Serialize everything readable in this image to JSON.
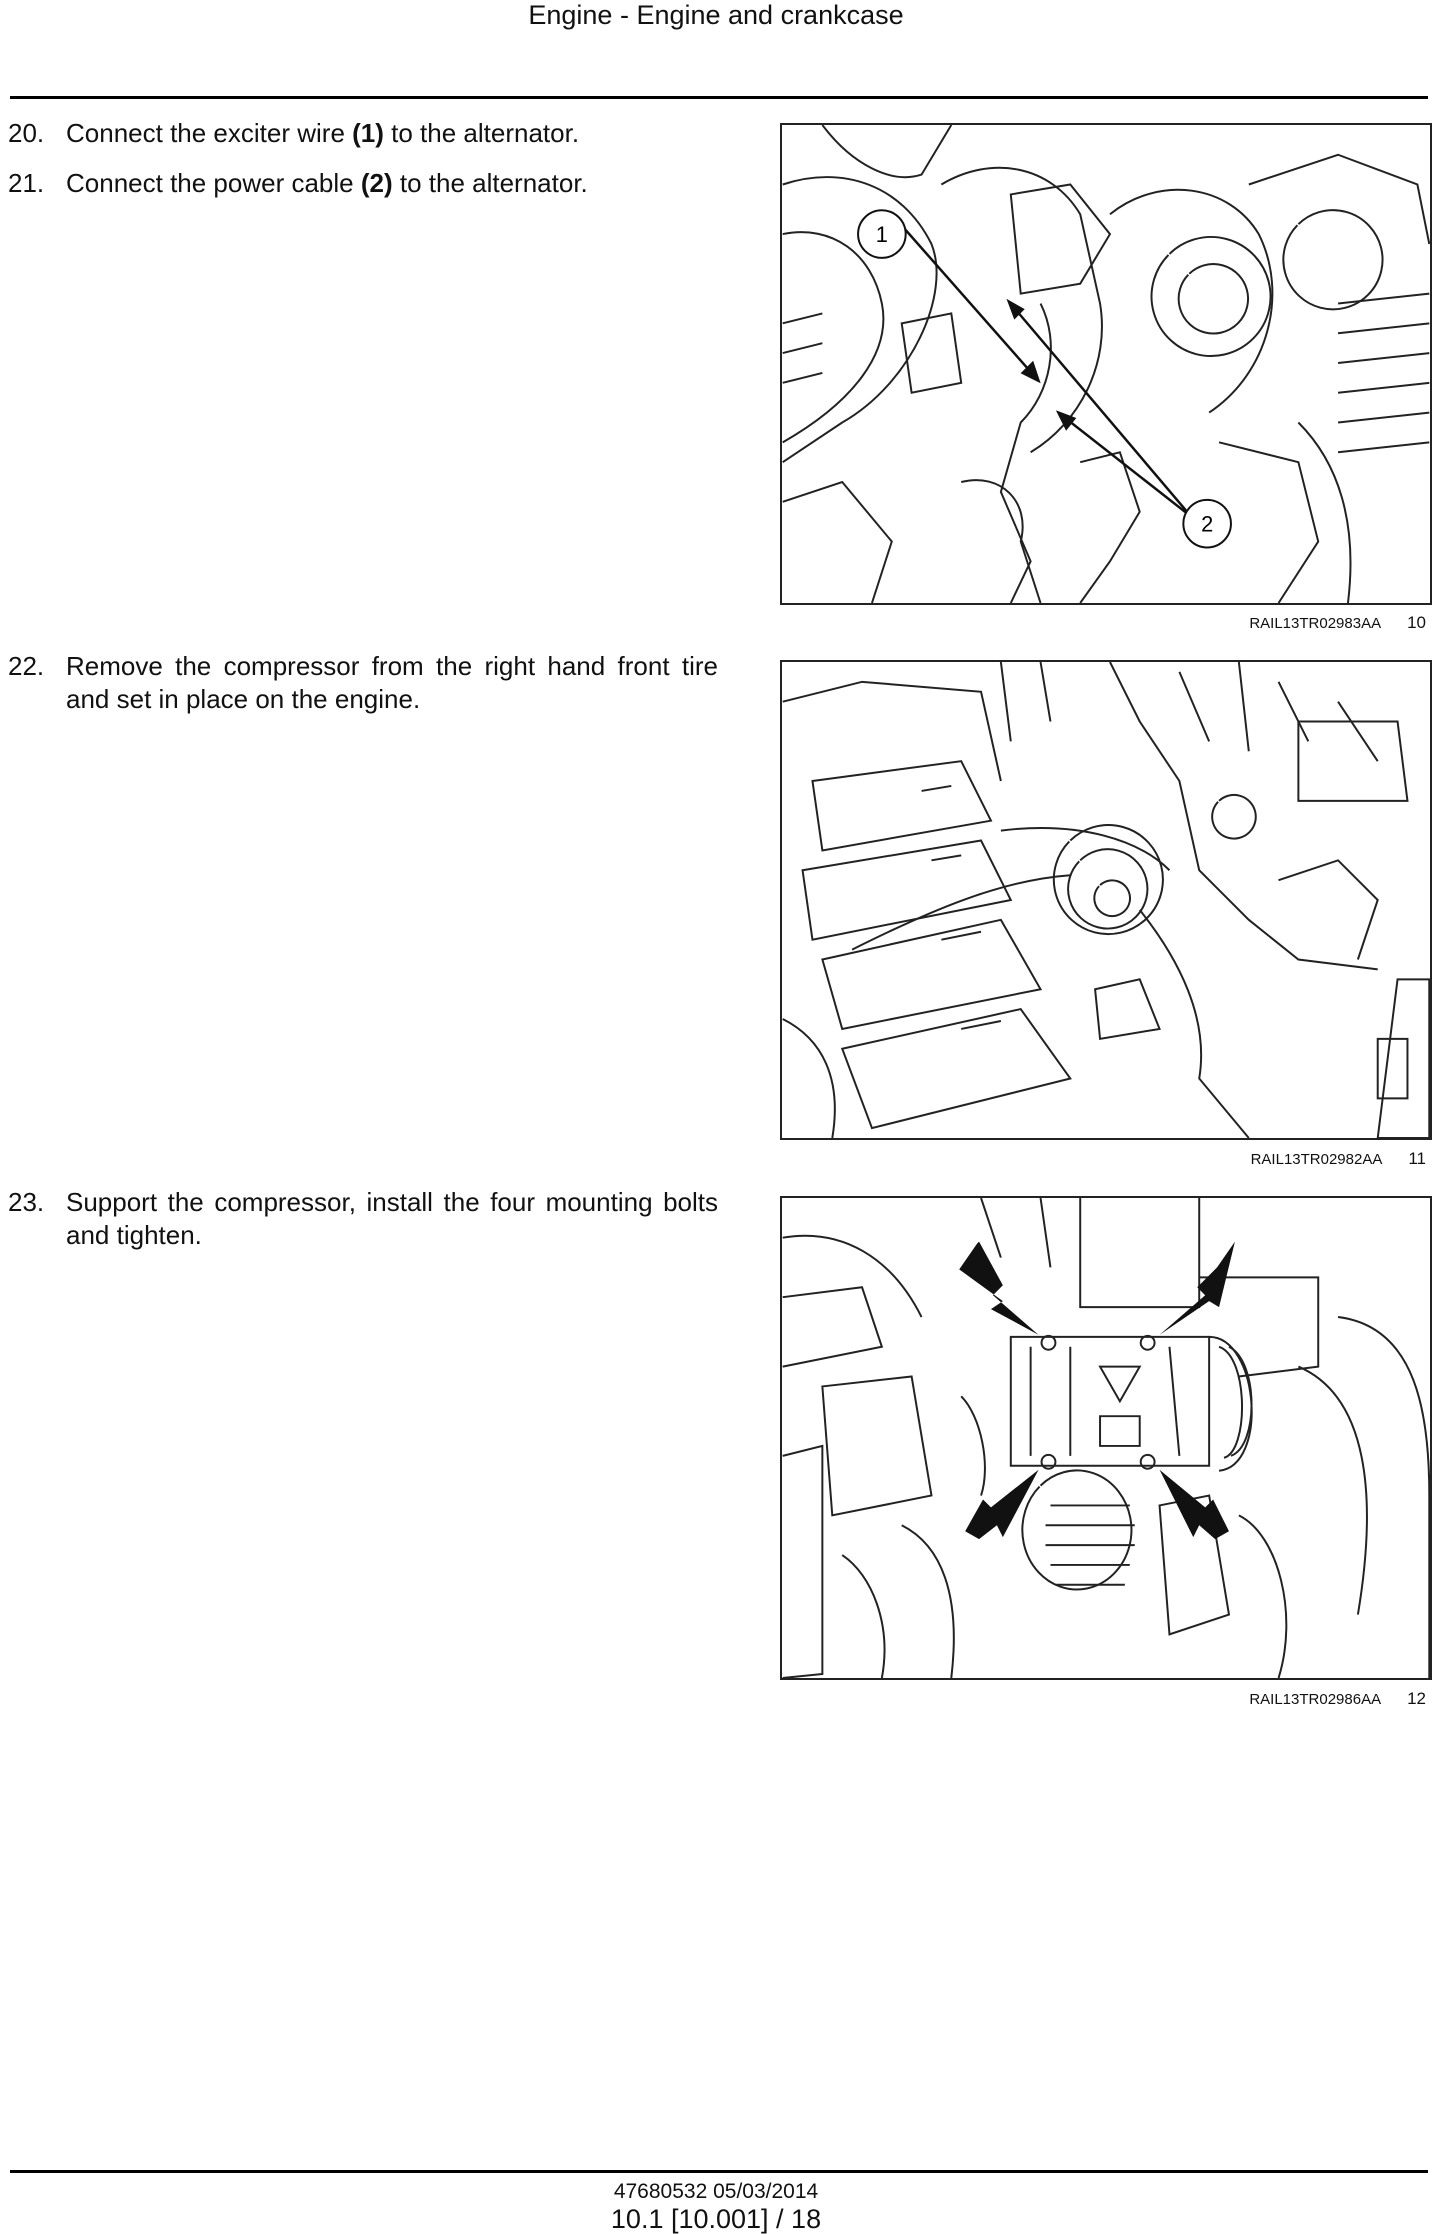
{
  "header": {
    "title": "Engine - Engine and crankcase"
  },
  "steps": [
    {
      "number": "20.",
      "pre": "Connect the exciter wire ",
      "ref": "(1)",
      "post": " to the alternator."
    },
    {
      "number": "21.",
      "pre": "Connect the power cable ",
      "ref": "(2)",
      "post": " to the alternator."
    },
    {
      "number": "22.",
      "text": "Remove the compressor from the right hand front tire and set in place on the engine."
    },
    {
      "number": "23.",
      "text": "Support the compressor, install the four mounting bolts and tighten."
    }
  ],
  "figures": [
    {
      "caption_code": "RAIL13TR02983AA",
      "caption_number": "10",
      "callouts": [
        "1",
        "2"
      ]
    },
    {
      "caption_code": "RAIL13TR02982AA",
      "caption_number": "11"
    },
    {
      "caption_code": "RAIL13TR02986AA",
      "caption_number": "12"
    }
  ],
  "footer": {
    "doc_line": "47680532 05/03/2014",
    "page_line": "10.1 [10.001] / 18"
  }
}
